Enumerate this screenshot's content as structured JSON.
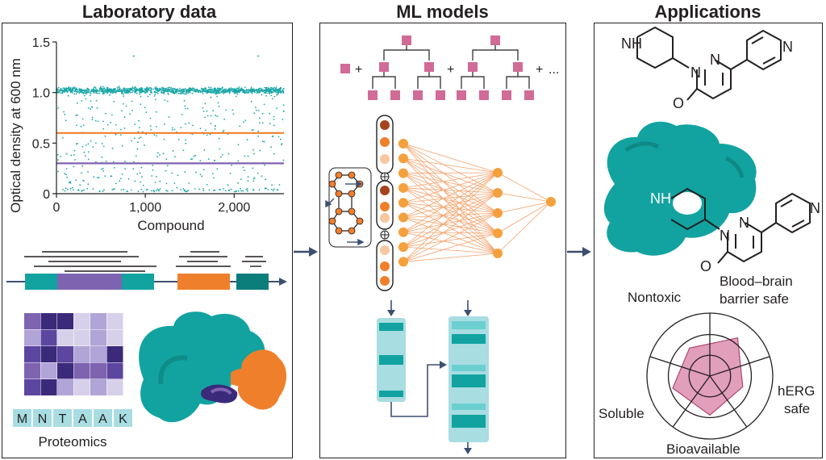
{
  "panels": {
    "lab": {
      "title": "Laboratory data",
      "proteomics_label": "Proteomics",
      "sequence_letters": [
        "M",
        "N",
        "T",
        "A",
        "A",
        "K"
      ]
    },
    "ml": {
      "title": "ML models",
      "tree_ellipsis": "..."
    },
    "apps": {
      "title": "Applications",
      "molecule_top": {
        "nh": "NH",
        "n1": "N",
        "n2": "N",
        "n3": "N",
        "o": "O"
      },
      "molecule_bound": {
        "nh": "NH",
        "n1": "N",
        "n2": "N",
        "n3": "N",
        "o": "O"
      },
      "radar": {
        "axes": [
          "Nontoxic",
          "Blood–brain barrier safe",
          "hERG safe",
          "Bioavailable",
          "Soluble"
        ],
        "label_nontoxic": "Nontoxic",
        "label_bbb_line1": "Blood–brain",
        "label_bbb_line2": "barrier safe",
        "label_herg_line1": "hERG",
        "label_herg_line2": "safe",
        "label_bioavailable": "Bioavailable",
        "label_soluble": "Soluble"
      }
    }
  },
  "chart_data": {
    "type": "scatter",
    "xlabel": "Compound",
    "ylabel": "Optical density at 600 nm",
    "xlim": [
      0,
      2560
    ],
    "ylim": [
      0,
      1.5
    ],
    "xticks": [
      "0",
      "1,000",
      "2,000"
    ],
    "yticks": [
      "0",
      "0.5",
      "1.0",
      "1.5"
    ],
    "xtick_values": [
      0,
      1000,
      2000
    ],
    "ytick_values": [
      0,
      0.5,
      1.0,
      1.5
    ],
    "n_points": 2560,
    "point_color": "#1aa6a6",
    "thresholds": [
      {
        "y": 0.6,
        "color": "#f07f2c"
      },
      {
        "y": 0.3,
        "color": "#7e63b1"
      }
    ],
    "outliers": [
      {
        "x": 870,
        "y": 1.36
      },
      {
        "x": 2270,
        "y": 1.36
      }
    ]
  },
  "colors": {
    "teal": "#12a3a0",
    "teal_dark": "#0b7d7b",
    "teal_light": "#a8dde2",
    "purple": "#7e63b1",
    "orange": "#f07f2c",
    "pink": "#d16b97",
    "arrow": "#3d4f70"
  }
}
